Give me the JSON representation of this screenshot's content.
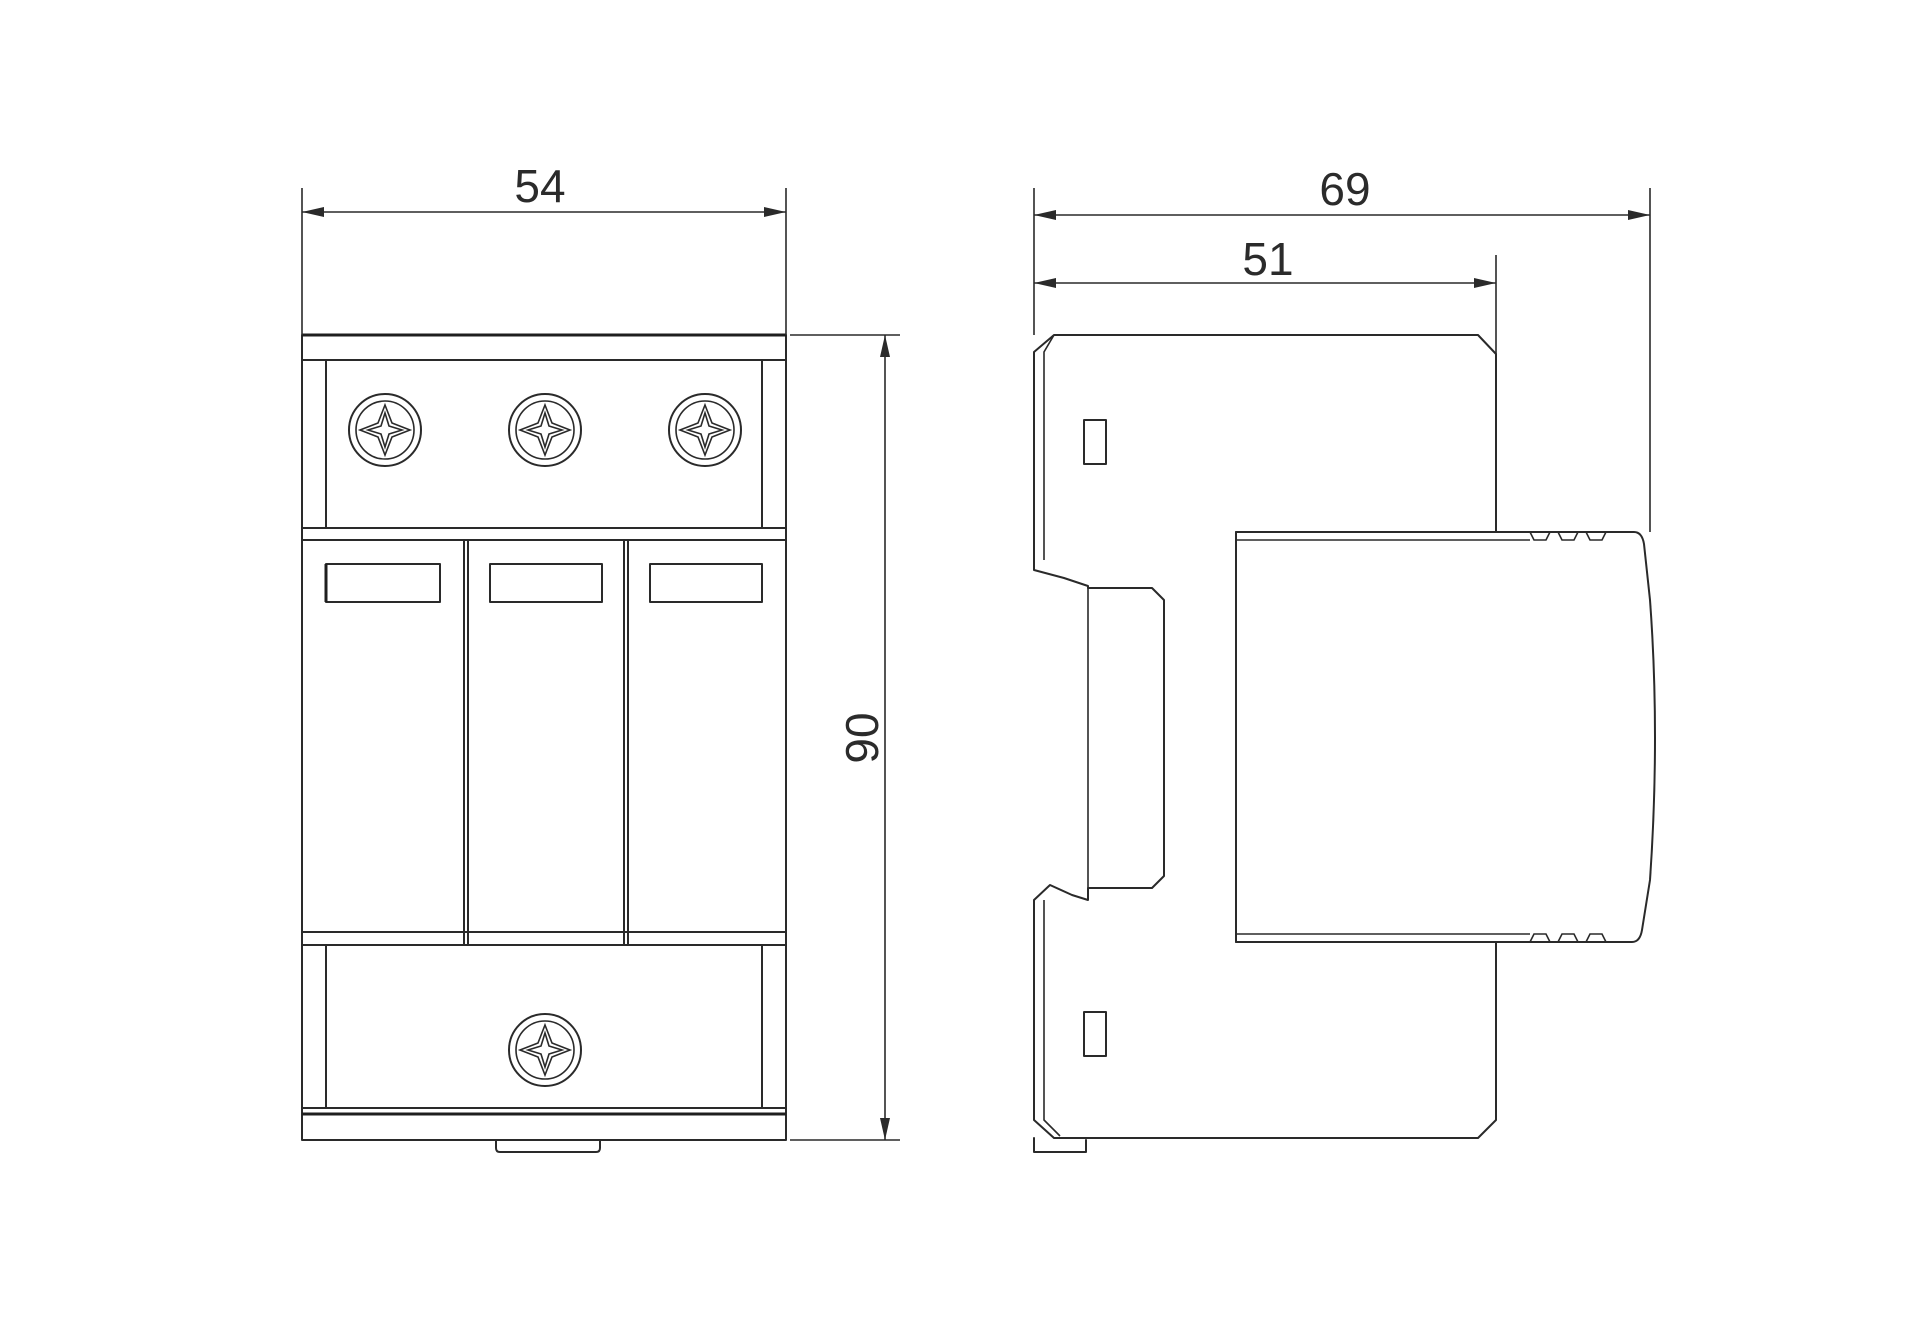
{
  "dimensions": {
    "front_width": "54",
    "front_height": "90",
    "side_total_depth": "69",
    "side_body_depth": "51"
  },
  "views": {
    "front": {
      "terminal_screws_top": 3,
      "terminal_screws_bottom": 1,
      "modules": 3
    },
    "side": {
      "label_windows": 2
    }
  },
  "colors": {
    "line": "#2a2a2a",
    "background": "#ffffff"
  }
}
